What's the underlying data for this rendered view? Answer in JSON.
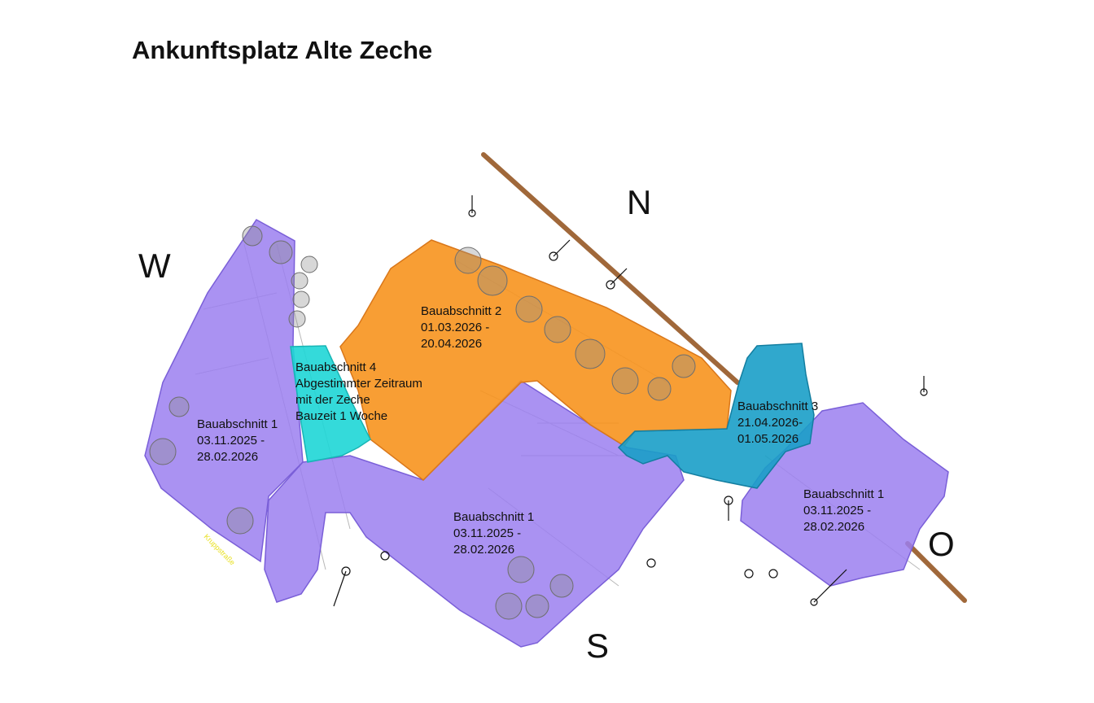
{
  "title": "Ankunftsplatz Alte Zeche",
  "compass": {
    "north": "N",
    "south": "S",
    "west": "W",
    "east": "O"
  },
  "colors": {
    "phase1": "#9b7ff0",
    "phase2": "#f7931e",
    "phase3": "#1a9ec8",
    "phase4": "#1ed6d6",
    "railway": "#a0683a",
    "road_label": "#e8e020"
  },
  "phases": {
    "phase1_west": {
      "name": "Bauabschnitt 1",
      "start": "03.11.2025 -",
      "end": "28.02.2026"
    },
    "phase1_south": {
      "name": "Bauabschnitt 1",
      "start": "03.11.2025 -",
      "end": "28.02.2026"
    },
    "phase1_east": {
      "name": "Bauabschnitt 1",
      "start": "03.11.2025 -",
      "end": "28.02.2026"
    },
    "phase2": {
      "name": "Bauabschnitt 2",
      "start": "01.03.2026 -",
      "end": "20.04.2026"
    },
    "phase3": {
      "name": "Bauabschnitt 3",
      "start": "21.04.2026-",
      "end": "01.05.2026"
    },
    "phase4": {
      "name": "Bauabschnitt 4",
      "line2": "Abgestimmter Zeitraum",
      "line3": "mit der Zeche",
      "line4": "Bauzeit 1 Woche"
    }
  }
}
